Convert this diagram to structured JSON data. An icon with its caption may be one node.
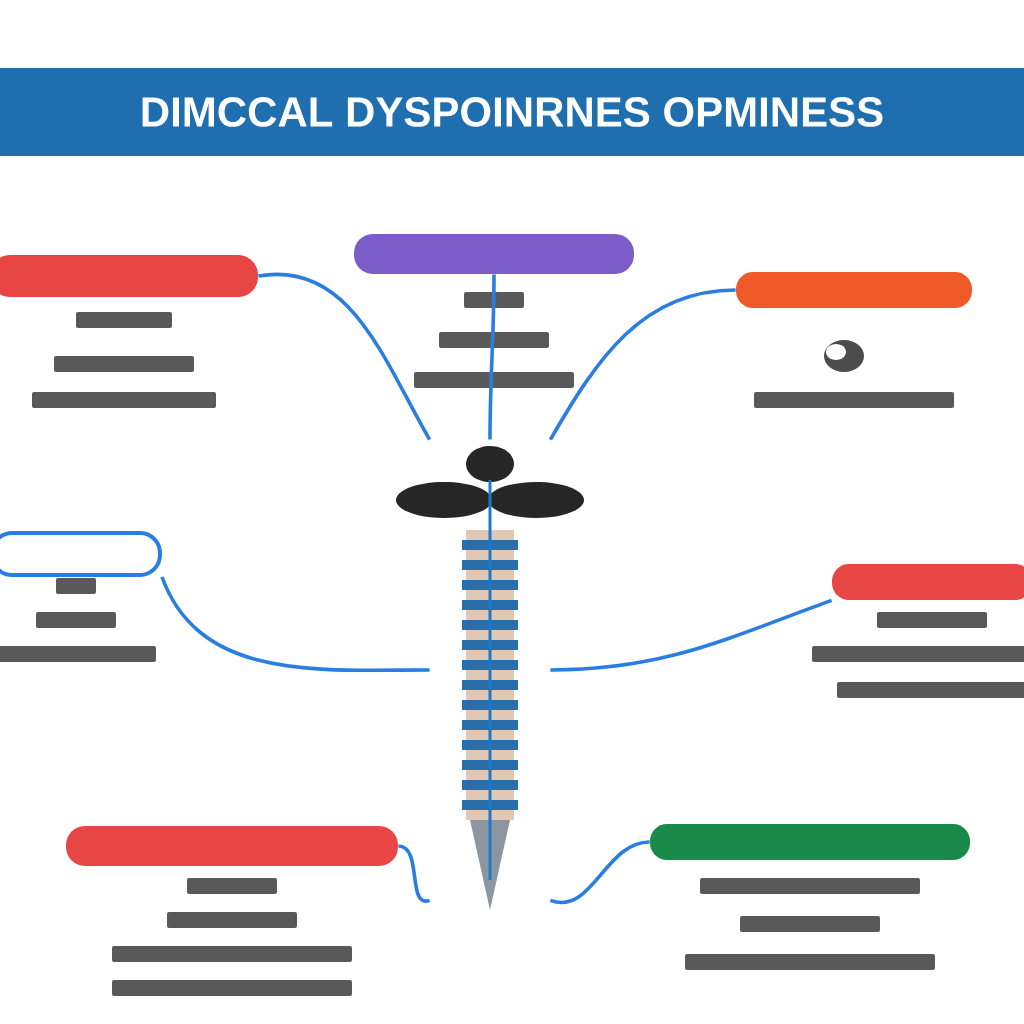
{
  "diagram": {
    "title": "DIMCCAL DYSPOINRNES OPMINESS",
    "nodes": [
      {
        "text": [],
        "shape": "box"
      },
      {
        "text": [],
        "shape": "box"
      },
      {
        "text": [],
        "shape": "box"
      },
      {
        "text": [],
        "shape": "box"
      },
      {
        "text": [],
        "shape": "box"
      },
      {
        "text": [],
        "shape": "box"
      },
      {
        "text": [],
        "shape": "box"
      },
      {
        "text": [],
        "shape": "picture"
      }
    ],
    "edges": [
      {
        "from": 0,
        "to": 7,
        "arrow": "none"
      },
      {
        "from": 1,
        "to": 7,
        "arrow": "none"
      },
      {
        "from": 2,
        "to": 7,
        "arrow": "none"
      },
      {
        "from": 3,
        "to": 7,
        "arrow": "none"
      },
      {
        "from": 4,
        "to": 7,
        "arrow": "none"
      },
      {
        "from": 5,
        "to": 7,
        "arrow": "none"
      },
      {
        "from": 6,
        "to": 7,
        "arrow": "none"
      }
    ]
  }
}
